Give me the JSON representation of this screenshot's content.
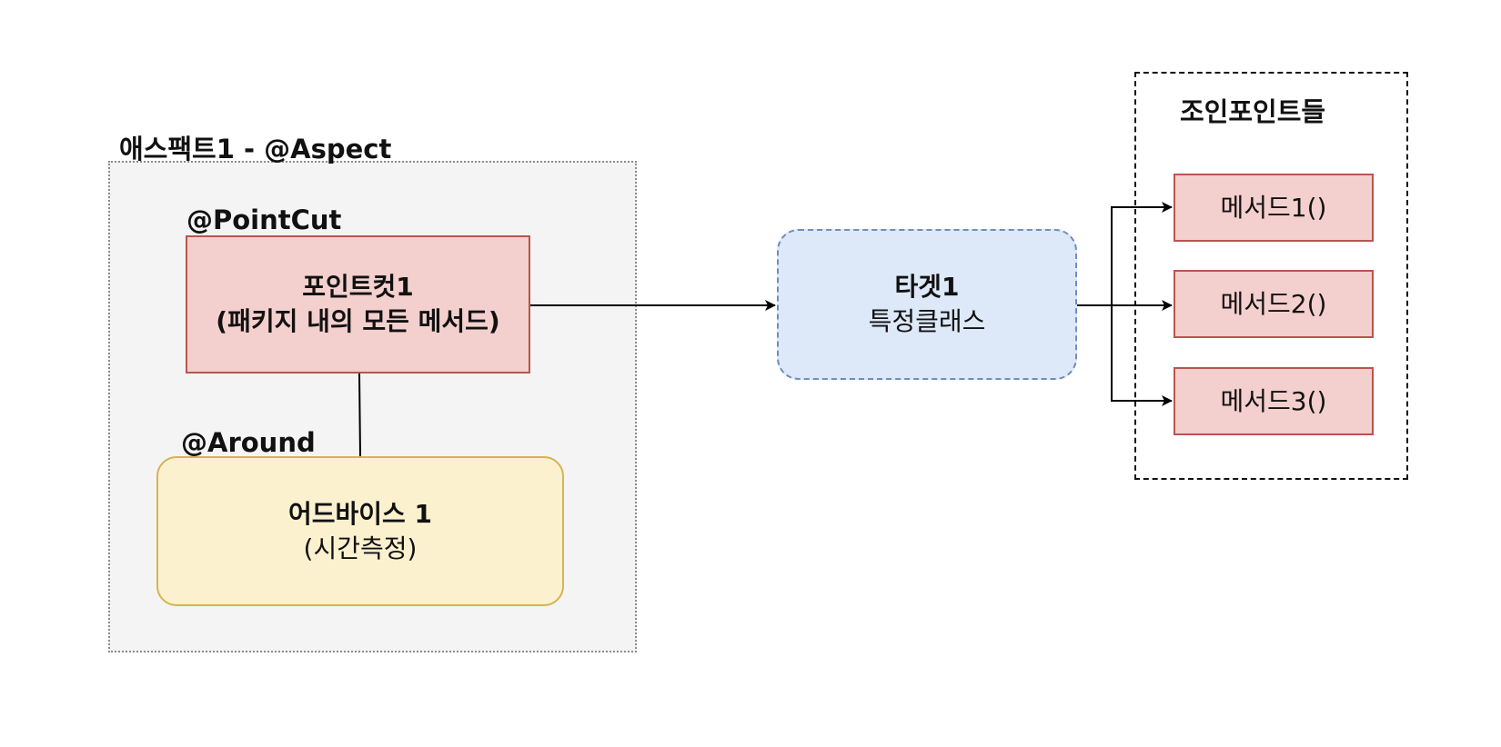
{
  "aspect": {
    "title": "애스팩트1 - @Aspect",
    "pointcut_tag": "@PointCut",
    "pointcut_line1": "포인트컷1",
    "pointcut_line2": "(패키지 내의 모든 메서드)",
    "around_tag": "@Around",
    "advice_line1": "어드바이스 1",
    "advice_line2": "(시간측정)"
  },
  "target": {
    "line1": "타겟1",
    "line2": "특정클래스"
  },
  "joinpoints": {
    "title": "조인포인트들",
    "methods": [
      "메서드1()",
      "메서드2()",
      "메서드3()"
    ]
  },
  "colors": {
    "pointcut_fill": "#f3cfcd",
    "pointcut_stroke": "#b95450",
    "advice_fill": "#fcf1cf",
    "advice_stroke": "#d5b452",
    "target_fill": "#dde8f8",
    "target_stroke": "#6f8dbd",
    "aspect_fill": "#f4f4f4"
  }
}
